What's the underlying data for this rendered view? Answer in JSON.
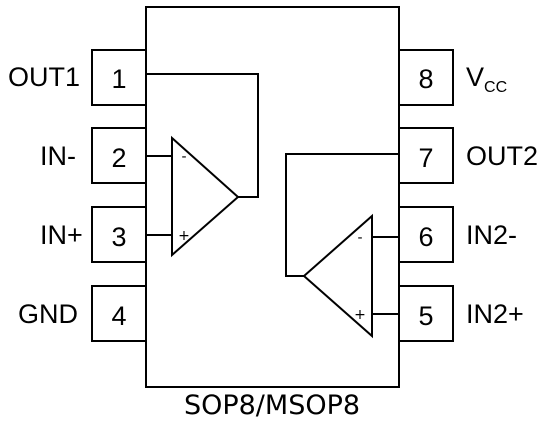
{
  "package_label": "SOP8/MSOP8",
  "pins": [
    {
      "number": "1",
      "label": "OUT1"
    },
    {
      "number": "2",
      "label": "IN-"
    },
    {
      "number": "3",
      "label": "IN+"
    },
    {
      "number": "4",
      "label": "GND"
    },
    {
      "number": "5",
      "label": "IN2+"
    },
    {
      "number": "6",
      "label": "IN2-"
    },
    {
      "number": "7",
      "label": "OUT2"
    },
    {
      "number": "8",
      "label": "V",
      "label_sub": "CC"
    }
  ],
  "amp_signs": {
    "minus": "-",
    "plus": "+"
  }
}
